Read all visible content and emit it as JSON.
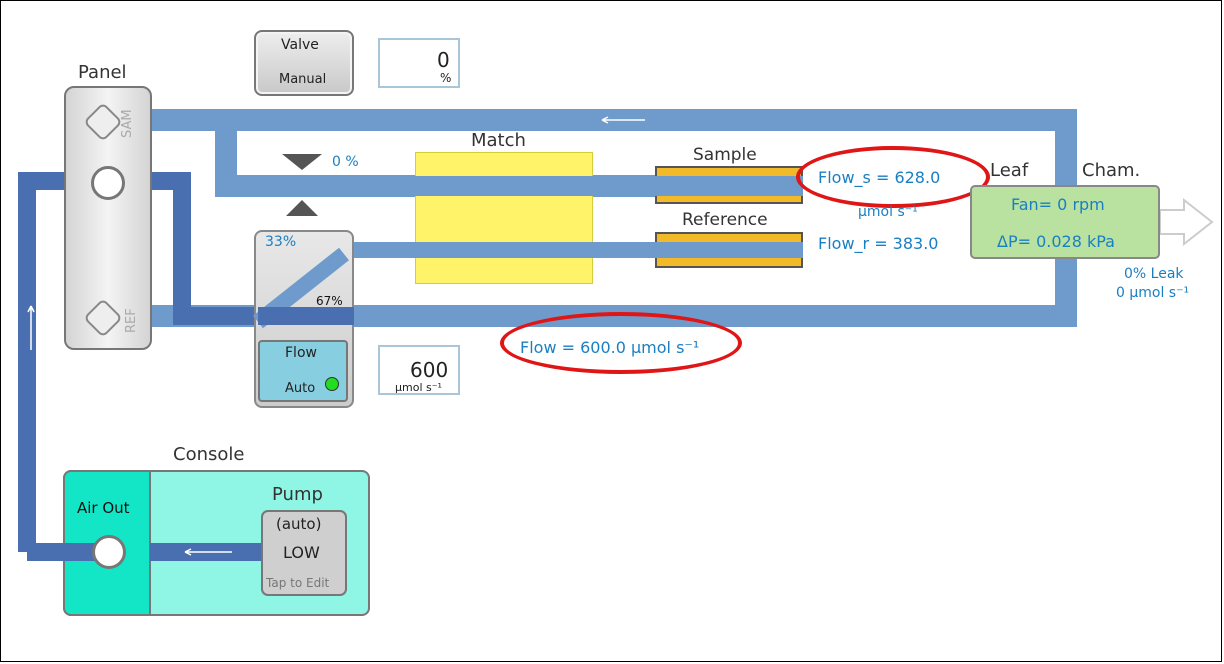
{
  "panel": {
    "title": "Panel",
    "sam_label": "SAM",
    "ref_label": "REF"
  },
  "valve": {
    "title": "Valve",
    "mode": "Manual",
    "value": "0",
    "unit": "%",
    "open_label": "0 %"
  },
  "match": {
    "title": "Match"
  },
  "splitter": {
    "top_pct": "33%",
    "bottom_pct": "67%"
  },
  "sample": {
    "title": "Sample",
    "flow": "Flow_s = 628.0",
    "unit": "µmol s⁻¹"
  },
  "reference": {
    "title": "Reference",
    "flow": "Flow_r = 383.0"
  },
  "leaf": {
    "title": "Leaf",
    "chamber_title": "Cham.",
    "fan": "Fan= 0 rpm",
    "dp": "ΔP= 0.028 kPa",
    "leak_pct": "0% Leak",
    "leak_flow": "0 µmol s⁻¹"
  },
  "flow_ctrl": {
    "title": "Flow",
    "mode": "Auto",
    "value": "600",
    "unit": "µmol s⁻¹",
    "total": "Flow = 600.0 µmol s⁻¹"
  },
  "console": {
    "title": "Console",
    "air_out": "Air Out",
    "pump_title": "Pump",
    "pump_mode": "(auto)",
    "pump_level": "LOW",
    "pump_hint": "Tap to Edit"
  },
  "colors": {
    "pipe_dark": "#4a6fb0",
    "pipe_light": "#6e9bcc",
    "highlight": "#e01515",
    "value_text": "#1a7fc2",
    "console_bg": "#8ff5e4",
    "leaf_bg": "#b9e2a0",
    "match_bg": "#fff36a",
    "status_led": "#22dd22"
  }
}
